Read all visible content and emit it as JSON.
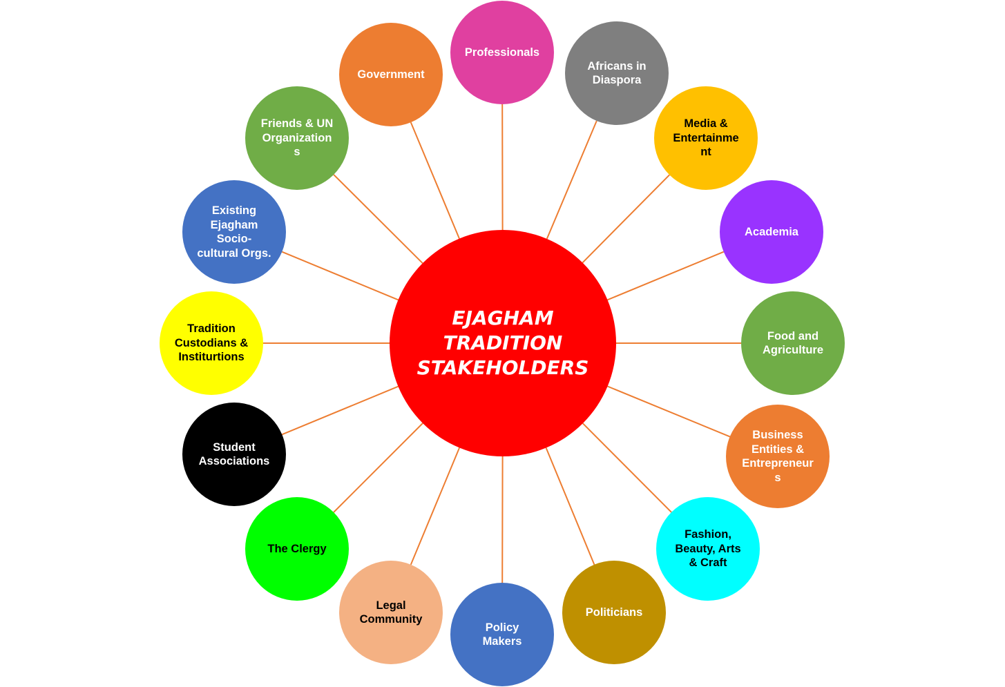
{
  "hub": {
    "title": "EJAGHAM\nTRADITION\nSTAKEHOLDERS",
    "color": "#ff0000",
    "text_color": "#ffffff"
  },
  "connector_color": "#ed7d31",
  "stakeholders": [
    {
      "id": "professionals",
      "label": "Professionals",
      "color": "#e040a0",
      "text_color": "#ffffff"
    },
    {
      "id": "africans-in-diaspora",
      "label": "Africans in\nDiaspora",
      "color": "#7f7f7f",
      "text_color": "#ffffff"
    },
    {
      "id": "media-entertainment",
      "label": "Media &\nEntertainme\nnt",
      "color": "#ffc000",
      "text_color": "#000000"
    },
    {
      "id": "academia",
      "label": "Academia",
      "color": "#9933ff",
      "text_color": "#ffffff"
    },
    {
      "id": "food-agriculture",
      "label": "Food and\nAgriculture",
      "color": "#70ad47",
      "text_color": "#ffffff"
    },
    {
      "id": "business-entities",
      "label": "Business\nEntities &\nEntrepreneur\ns",
      "color": "#ed7d31",
      "text_color": "#ffffff"
    },
    {
      "id": "fashion-beauty",
      "label": "Fashion,\nBeauty, Arts\n& Craft",
      "color": "#00ffff",
      "text_color": "#000000"
    },
    {
      "id": "politicians",
      "label": "Politicians",
      "color": "#bf9000",
      "text_color": "#ffffff"
    },
    {
      "id": "policy-makers",
      "label": "Policy\nMakers",
      "color": "#4472c4",
      "text_color": "#ffffff"
    },
    {
      "id": "legal-community",
      "label": "Legal\nCommunity",
      "color": "#f4b183",
      "text_color": "#000000"
    },
    {
      "id": "the-clergy",
      "label": "The Clergy",
      "color": "#00ff00",
      "text_color": "#000000"
    },
    {
      "id": "student-associations",
      "label": "Student\nAssociations",
      "color": "#000000",
      "text_color": "#ffffff"
    },
    {
      "id": "tradition-custodians",
      "label": "Tradition\nCustodians &\nInstiturtions",
      "color": "#ffff00",
      "text_color": "#000000"
    },
    {
      "id": "existing-ejagham-orgs",
      "label": "Existing\nEjagham\nSocio-\ncultural Orgs.",
      "color": "#4472c4",
      "text_color": "#ffffff"
    },
    {
      "id": "friends-un-orgs",
      "label": "Friends & UN\nOrganization\ns",
      "color": "#70ad47",
      "text_color": "#ffffff"
    },
    {
      "id": "government",
      "label": "Government",
      "color": "#ed7d31",
      "text_color": "#ffffff"
    }
  ]
}
